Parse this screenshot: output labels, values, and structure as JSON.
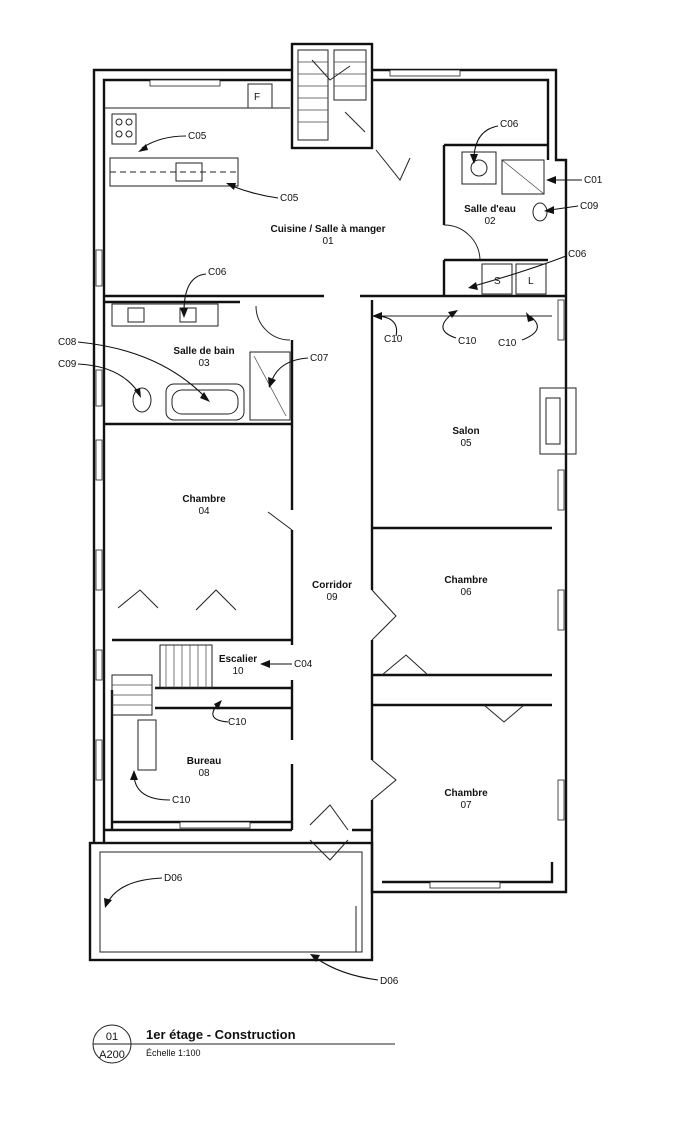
{
  "rooms": [
    {
      "id": "cuisine",
      "label": "Cuisine / Salle à manger",
      "number": "01"
    },
    {
      "id": "salle-eau",
      "label": "Salle d'eau",
      "number": "02"
    },
    {
      "id": "salle-bain",
      "label": "Salle de bain",
      "number": "03"
    },
    {
      "id": "chambre-04",
      "label": "Chambre",
      "number": "04"
    },
    {
      "id": "salon",
      "label": "Salon",
      "number": "05"
    },
    {
      "id": "chambre-06",
      "label": "Chambre",
      "number": "06"
    },
    {
      "id": "chambre-07",
      "label": "Chambre",
      "number": "07"
    },
    {
      "id": "bureau",
      "label": "Bureau",
      "number": "08"
    },
    {
      "id": "corridor",
      "label": "Corridor",
      "number": "09"
    },
    {
      "id": "escalier",
      "label": "Escalier",
      "number": "10"
    }
  ],
  "callouts": {
    "c05a": "C05",
    "c05b": "C05",
    "c06a": "C06",
    "c01": "C01",
    "c09a": "C09",
    "c06b": "C06",
    "c06c": "C06",
    "c08": "C08",
    "c09b": "C09",
    "c07": "C07",
    "c10a": "C10",
    "c10b": "C10",
    "c10c": "C10",
    "c04": "C04",
    "c10d": "C10",
    "c10e": "C10",
    "d06a": "D06",
    "d06b": "D06"
  },
  "fixtures": {
    "fridge": "F",
    "washer": "S",
    "dryer": "L"
  },
  "title_block": {
    "drawing_number": "01",
    "sheet": "A200",
    "title": "1er étage - Construction",
    "scale": "Échelle 1:100"
  }
}
